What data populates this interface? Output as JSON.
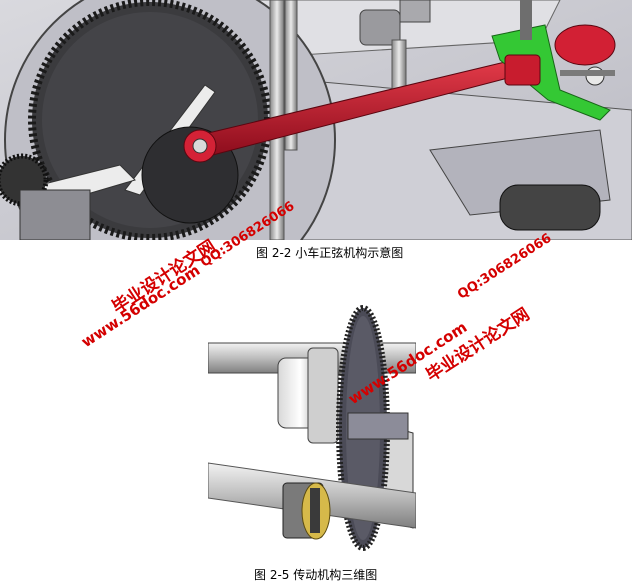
{
  "figures": [
    {
      "caption": "图 2-2 小车正弦机构示意图"
    },
    {
      "caption": "图 2-5 传动机构三维图"
    }
  ],
  "watermarks": {
    "site": "www.56doc.com",
    "name": "毕业设计论文网",
    "qq": "QQ:306826066"
  },
  "colors": {
    "link_red": "#c8102e",
    "bracket_green": "#2ec42e",
    "watermark_red": "#d40000",
    "background_gray": "#c9c9d1"
  }
}
